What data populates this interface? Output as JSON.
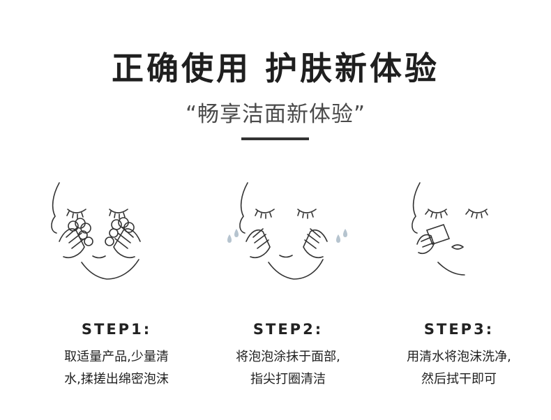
{
  "header": {
    "title": "正确使用 护肤新体验",
    "subtitle": "“畅享洁面新体验”"
  },
  "steps": [
    {
      "label": "STEP1:",
      "lines": [
        "取适量产品,少量清",
        "水,揉搓出绵密泡沫"
      ]
    },
    {
      "label": "STEP2:",
      "lines": [
        "将泡泡涂抹于面部,",
        "指尖打圈清洁"
      ]
    },
    {
      "label": "STEP3:",
      "lines": [
        "用清水将泡沫洗净,",
        "然后拭干即可"
      ]
    }
  ],
  "colors": {
    "line": "#333333",
    "water": "#b6c4cf",
    "text": "#1f1f1f"
  }
}
